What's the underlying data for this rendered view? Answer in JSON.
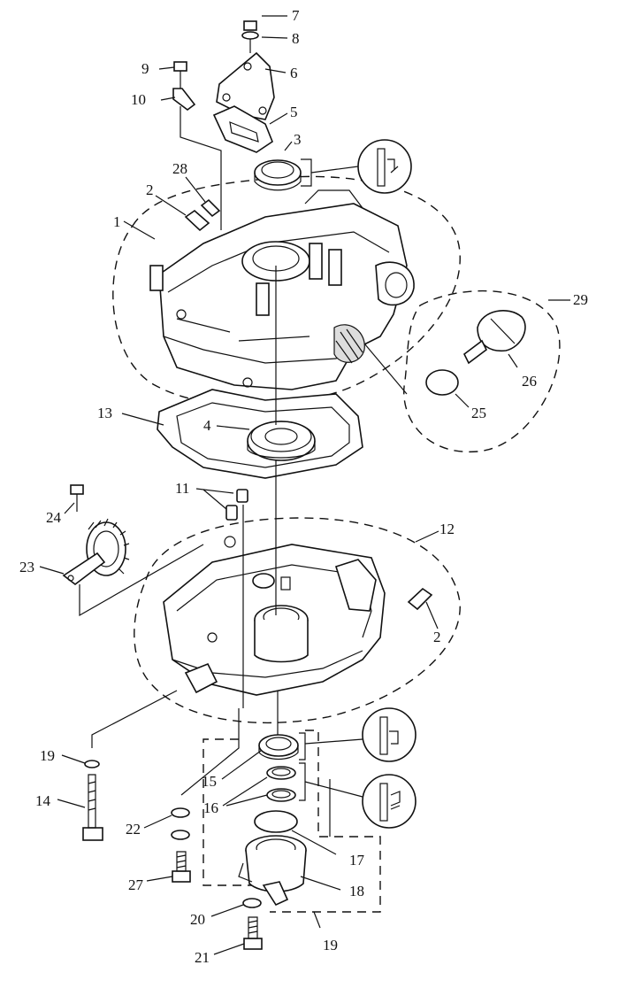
{
  "callouts": {
    "c1": "1",
    "c2a": "2",
    "c2b": "2",
    "c3": "3",
    "c4": "4",
    "c5": "5",
    "c6": "6",
    "c7": "7",
    "c8": "8",
    "c9": "9",
    "c10": "10",
    "c11": "11",
    "c12": "12",
    "c13": "13",
    "c14": "14",
    "c15": "15",
    "c16": "16",
    "c17": "17",
    "c18": "18",
    "c19a": "19",
    "c19b": "19",
    "c20": "20",
    "c21": "21",
    "c22": "22",
    "c23": "23",
    "c24": "24",
    "c25": "25",
    "c26": "26",
    "c27": "27",
    "c28": "28",
    "c29": "29"
  }
}
